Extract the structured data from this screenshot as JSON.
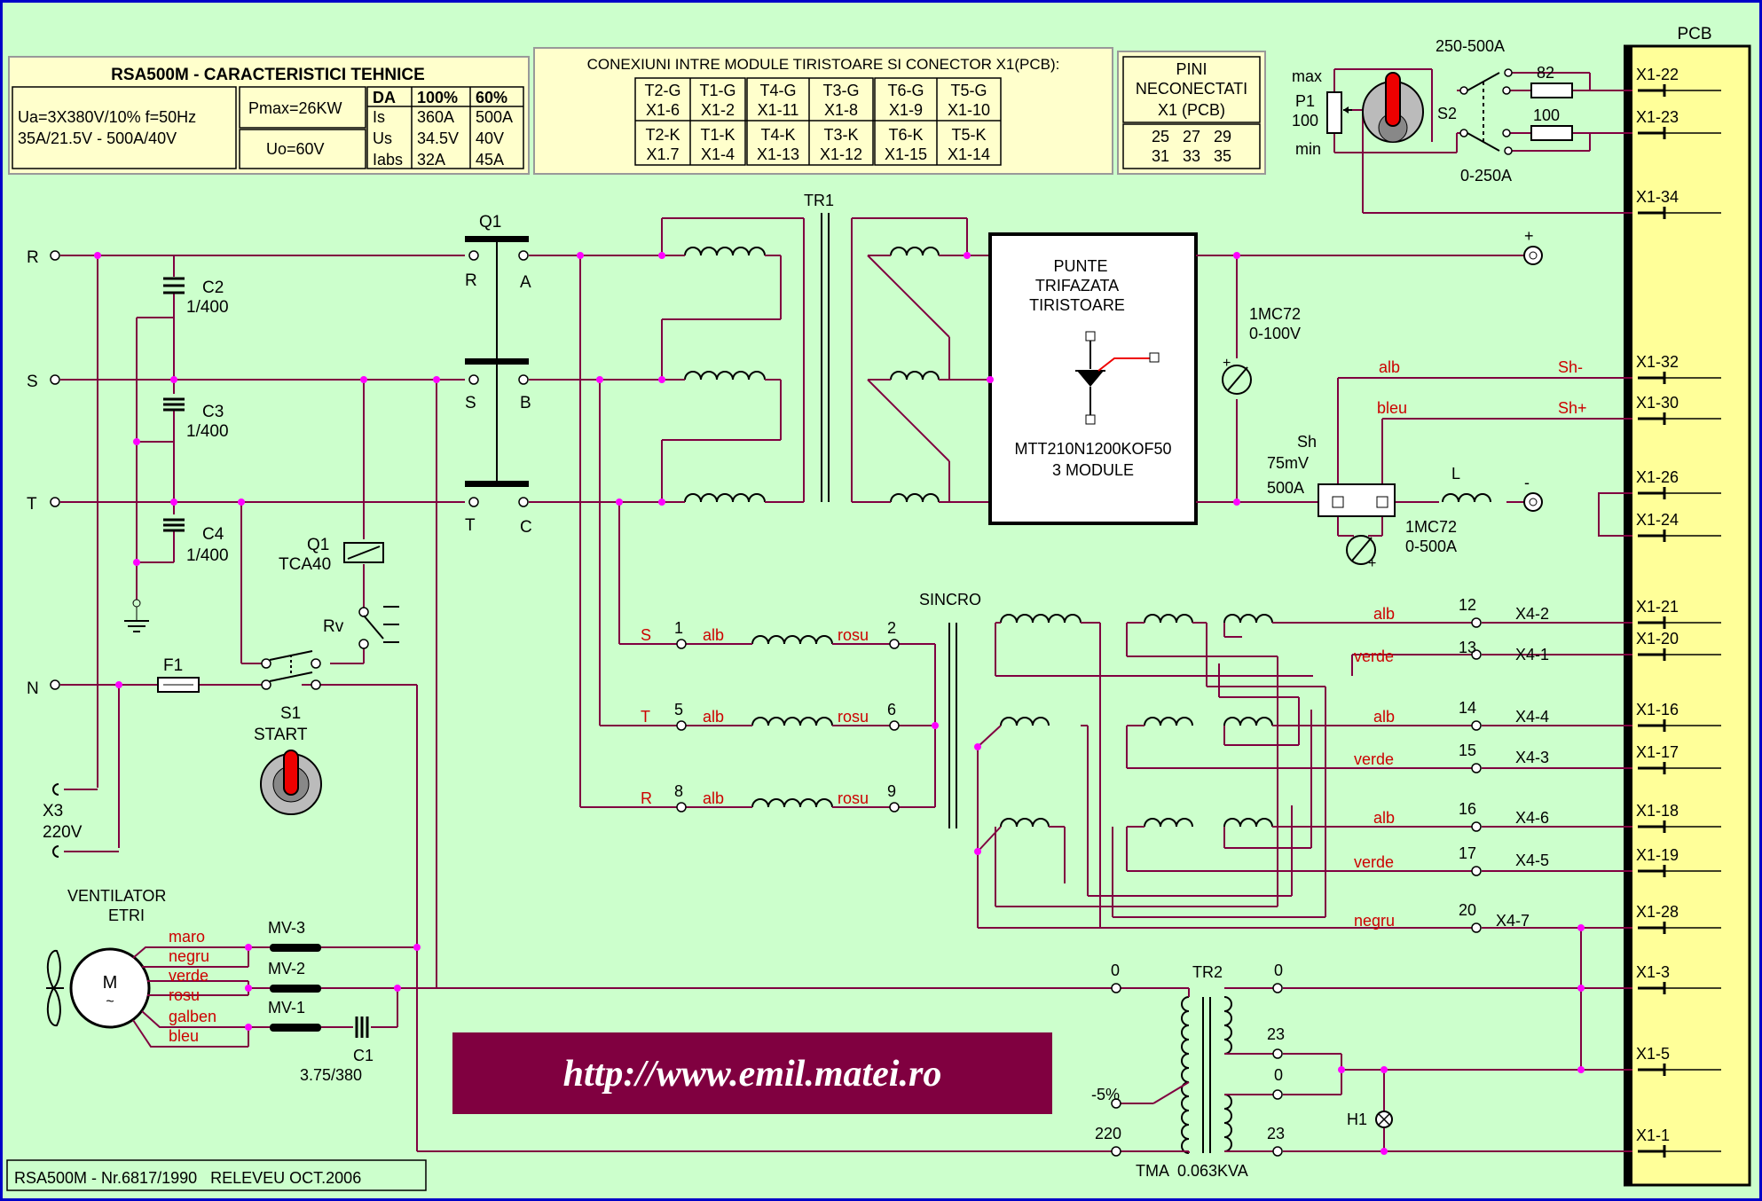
{
  "colors": {
    "background": "#ccffcc",
    "border": "#0000c8",
    "wire": "#800040",
    "node": "#ff00ff",
    "label_red": "#cc0000",
    "panel": "#ffffcc",
    "banner": "#800040"
  },
  "spec": {
    "title": "RSA500M - CARACTERISTICI TEHNICE",
    "supply_line1": "Ua=3X380V/10%  f=50Hz",
    "supply_line2": "35A/21.5V - 500A/40V",
    "pmax": "Pmax=26KW",
    "uo": "Uo=60V",
    "table": [
      [
        "DA",
        "100%",
        "60%"
      ],
      [
        "Is",
        "360A",
        "500A"
      ],
      [
        "Us",
        "34.5V",
        "40V"
      ],
      [
        "Iabs",
        "32A",
        "45A"
      ]
    ]
  },
  "conn": {
    "title": "CONEXIUNI INTRE MODULE TIRISTOARE SI CONECTOR X1(PCB):",
    "cells": [
      [
        "T2-G",
        "X1-6"
      ],
      [
        "T1-G",
        "X1-2"
      ],
      [
        "T4-G",
        "X1-11"
      ],
      [
        "T3-G",
        "X1-8"
      ],
      [
        "T6-G",
        "X1-9"
      ],
      [
        "T5-G",
        "X1-10"
      ],
      [
        "T2-K",
        "X1.7"
      ],
      [
        "T1-K",
        "X1-4"
      ],
      [
        "T4-K",
        "X1-13"
      ],
      [
        "T3-K",
        "X1-12"
      ],
      [
        "T6-K",
        "X1-15"
      ],
      [
        "T5-K",
        "X1-14"
      ]
    ]
  },
  "pini": {
    "title1": "PINI",
    "title2": "NECONECTATI",
    "title3": "X1 (PCB)",
    "row1": "25   27   29",
    "row2": "31   33   35"
  },
  "pcb": {
    "label": "PCB",
    "pins": [
      "X1-22",
      "X1-23",
      "X1-34",
      "X1-32",
      "X1-30",
      "X1-26",
      "X1-24",
      "X1-21",
      "X1-20",
      "X1-16",
      "X1-17",
      "X1-18",
      "X1-19",
      "X1-28",
      "X1-3",
      "X1-5",
      "X1-1"
    ]
  },
  "labels": {
    "r": "R",
    "s": "S",
    "t": "T",
    "n": "N",
    "c2": "C2",
    "c2v": "1/400",
    "c3": "C3",
    "c3v": "1/400",
    "c4": "C4",
    "c4v": "1/400",
    "q1": "Q1",
    "q1_r": "R",
    "q1_s": "S",
    "q1_t": "T",
    "q1_a": "A",
    "q1_b": "B",
    "q1_c": "C",
    "q1coil": "Q1",
    "q1coil_type": "TCA40",
    "rv": "Rv",
    "f1": "F1",
    "s1": "S1",
    "start": "START",
    "x3": "X3",
    "x3v": "220V",
    "tr1": "TR1",
    "bridge1": "PUNTE",
    "bridge2": "TRIFAZATA",
    "bridge3": "TIRISTOARE",
    "bridge4": "MTT210N1200KOF50",
    "bridge5": "3 MODULE",
    "plus": "+",
    "minus": "-",
    "meter_v": "1MC72",
    "meter_v_range": "0-100V",
    "meter_a": "1MC72",
    "meter_a_range": "0-500A",
    "sh": "Sh",
    "sh_v": "75mV",
    "sh_a": "500A",
    "l": "L",
    "alb": "alb",
    "bleu": "bleu",
    "shm": "Sh-",
    "shp": "Sh+",
    "range_hi": "250-500A",
    "range_lo": "0-250A",
    "r82": "82",
    "r100": "100",
    "p1": "P1",
    "p1v": "100",
    "max": "max",
    "min": "min",
    "s2": "S2",
    "sincro": "SINCRO",
    "rosu": "rosu",
    "verde": "verde",
    "negru": "negru",
    "n1": "1",
    "n2": "2",
    "n5": "5",
    "n6": "6",
    "n8": "8",
    "n9": "9",
    "n12": "12",
    "n13": "13",
    "n14": "14",
    "n15": "15",
    "n16": "16",
    "n17": "17",
    "n20": "20",
    "x42": "X4-2",
    "x41": "X4-1",
    "x44": "X4-4",
    "x43": "X4-3",
    "x46": "X4-6",
    "x45": "X4-5",
    "x47": "X4-7",
    "vent1": "VENTILATOR",
    "vent2": "ETRI",
    "motor": "M",
    "tilde": "~",
    "maro": "maro",
    "galben": "galben",
    "mv3": "MV-3",
    "mv2": "MV-2",
    "mv1": "MV-1",
    "c1": "C1",
    "c1v": "3.75/380",
    "tr2": "TR2",
    "tma": "TMA  0.063KVA",
    "t0": "0",
    "t5": "-5%",
    "t220": "220",
    "t23": "23",
    "h1": "H1",
    "url": "http://www.emil.matei.ro",
    "footer": "RSA500M - Nr.6817/1990   RELEVEU OCT.2006"
  }
}
